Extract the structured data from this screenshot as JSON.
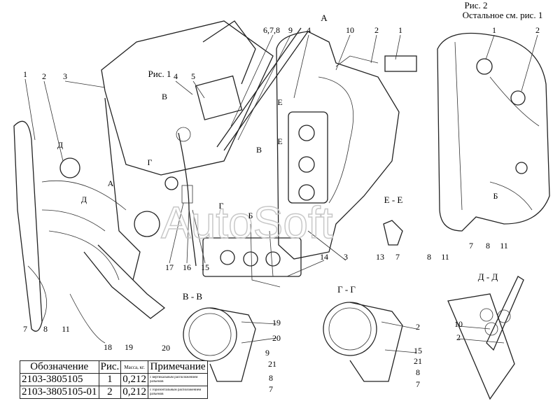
{
  "figures": {
    "fig1_title": "Рис. 1",
    "fig2_title": "Рис. 2",
    "fig2_note": "Остальное см. рис. 1",
    "view_a": "А"
  },
  "sections": {
    "ee": "Е - Е",
    "vv": "В - В",
    "gg": "Г - Г",
    "dd": "Д - Д"
  },
  "callouts": [
    "1",
    "2",
    "3",
    "4",
    "5",
    "6,7,8",
    "9",
    "4",
    "10",
    "2",
    "1",
    "1",
    "2",
    "В",
    "В",
    "Г",
    "Г",
    "Д",
    "Д",
    "А",
    "17",
    "16",
    "15",
    "7",
    "8",
    "11",
    "18",
    "19",
    "Е",
    "Е",
    "Б",
    "3",
    "14",
    "13",
    "7",
    "8",
    "11",
    "7",
    "8",
    "11",
    "Б",
    "20",
    "9",
    "21",
    "8",
    "7",
    "19",
    "20",
    "2",
    "15",
    "21",
    "8",
    "7",
    "10",
    "2"
  ],
  "watermark": "AutoSoft",
  "table": {
    "headers": [
      "Обозначение",
      "Рис.",
      "Масса, кг.",
      "Примечание"
    ],
    "rows": [
      [
        "2103-3805105",
        "1",
        "0,212",
        "с вертикальным расположением разъемов"
      ],
      [
        "2103-3805105-01",
        "2",
        "0,212",
        "с горизонтальным расположением разъемов"
      ]
    ]
  }
}
